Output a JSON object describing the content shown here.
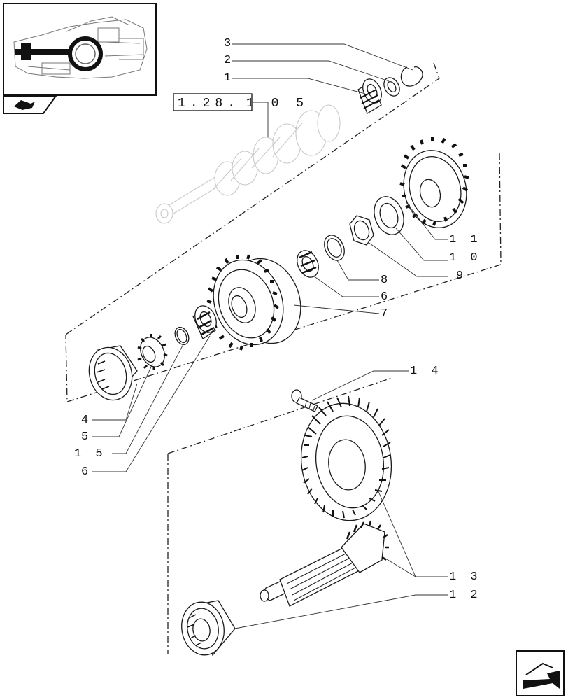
{
  "reference": {
    "prefix": "1.28.",
    "suffix": "1 0 5"
  },
  "callouts": [
    {
      "id": "3",
      "text": "3"
    },
    {
      "id": "2",
      "text": "2"
    },
    {
      "id": "1",
      "text": "1"
    },
    {
      "id": "11",
      "text": "1 1"
    },
    {
      "id": "10",
      "text": "1 0"
    },
    {
      "id": "9",
      "text": "9"
    },
    {
      "id": "8",
      "text": "8"
    },
    {
      "id": "6a",
      "text": "6"
    },
    {
      "id": "7",
      "text": "7"
    },
    {
      "id": "14",
      "text": "1 4"
    },
    {
      "id": "4",
      "text": "4"
    },
    {
      "id": "5",
      "text": "5"
    },
    {
      "id": "15",
      "text": "1 5"
    },
    {
      "id": "6b",
      "text": "6"
    },
    {
      "id": "13",
      "text": "1 3"
    },
    {
      "id": "12",
      "text": "1 2"
    }
  ],
  "icons": {
    "thumbnail": "transmission-locator-thumbnail",
    "badge": "catalog-book-icon",
    "nav": "next-page-arrow-icon"
  }
}
